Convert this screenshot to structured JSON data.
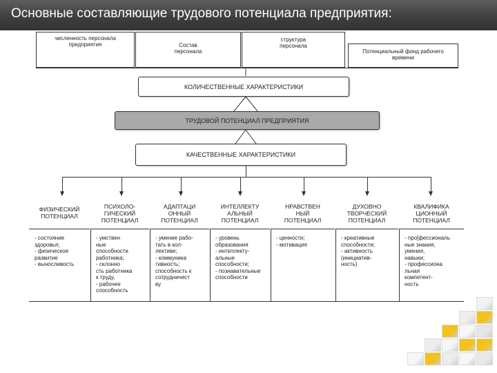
{
  "title": "Основные составляющие трудового потенциала предприятия:",
  "top_boxes": [
    [
      "численность персонала",
      "предприятия"
    ],
    [
      "Состав",
      "персонала"
    ],
    [
      "структура",
      "персонала"
    ],
    [
      "Потенциальный фонд рабочего",
      "времени"
    ]
  ],
  "bands": {
    "quantitative": "КОЛИЧЕСТВЕННЫЕ ХАРАКТЕРИСТИКИ",
    "core": "ТРУДОВОЙ ПОТЕНЦИАЛ ПРЕДПРИЯТИЯ",
    "qualitative": "КАЧЕСТВЕННЫЕ ХАРАКТЕРИСТИКИ"
  },
  "columns": [
    {
      "head": [
        "ФИЗИЧЕСКИЙ",
        "ПОТЕНЦИАЛ"
      ],
      "items": [
        "- состояние",
        "здоровья;",
        "- физическое",
        "развитие",
        "- выносливость"
      ]
    },
    {
      "head": [
        "ПСИХОЛО-",
        "ГИЧЕСКИЙ",
        "ПОТЕНЦИАЛ"
      ],
      "items": [
        "- умствен",
        "ные",
        "способности",
        "работника;",
        "- склонно",
        "сть работника",
        "к труду,",
        "- рабочее",
        "способность"
      ]
    },
    {
      "head": [
        "АДАПТАЦИ",
        "ОННЫЙ",
        "ПОТЕНЦИАЛ"
      ],
      "items": [
        "- умение рабо-",
        "тать в кол-",
        "лективе;",
        "- коммуника",
        "тивность;",
        "способность к",
        "сотрудничест",
        "ву"
      ]
    },
    {
      "head": [
        "ИНТЕЛЛЕКТУ",
        "АЛЬНЫЙ",
        "ПОТЕНЦИАЛ"
      ],
      "items": [
        "- уровень",
        "образования",
        "- интеллекту-",
        "альные",
        "способности;",
        "- познавательные",
        "способности"
      ]
    },
    {
      "head": [
        "НРАВСТВЕН",
        "НЫЙ",
        "ПОТЕНЦИАЛ"
      ],
      "items": [
        "- ценности;",
        "- мотивация"
      ]
    },
    {
      "head": [
        "ДУХОВНО",
        "ТВОРЧЕСКИЙ",
        "ПОТЕНЦИАЛ"
      ],
      "items": [
        "- креативные",
        "способности;",
        "- активность",
        "(инициатив-",
        "ность)"
      ]
    },
    {
      "head": [
        "КВАЛИФИКА",
        "ЦИОННЫЙ",
        "ПОТЕНЦИАЛ"
      ],
      "items": [
        "- про[фессиональ",
        "ные знания,",
        "умения,",
        "навыки;",
        "- профессиона",
        "льная",
        "компетент-",
        "ность"
      ]
    }
  ]
}
